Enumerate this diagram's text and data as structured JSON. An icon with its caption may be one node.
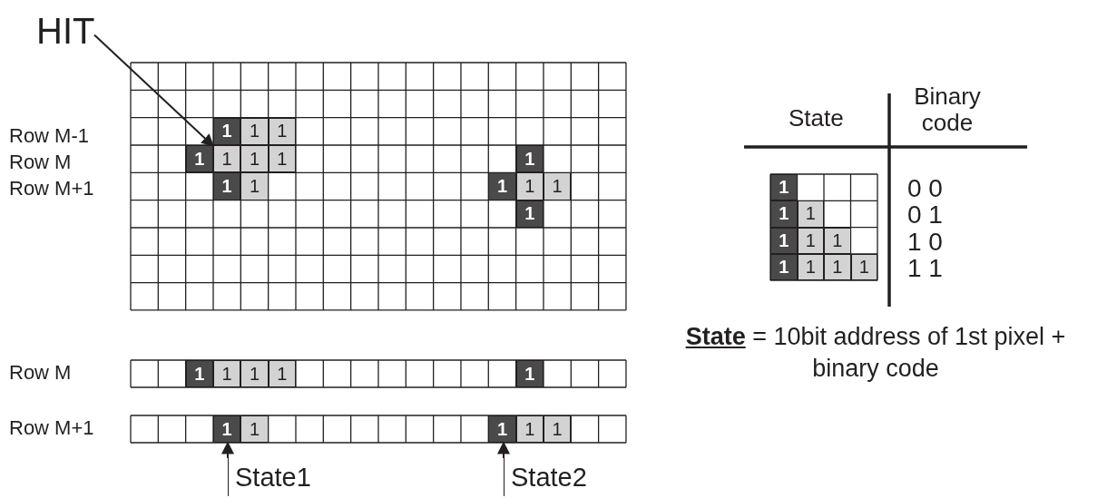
{
  "diagram": {
    "nodes": [
      {
        "text": [
          "HIT"
        ]
      },
      {
        "text": [
          "1"
        ]
      },
      {
        "text": [
          "1"
        ]
      },
      {
        "text": [
          "1"
        ]
      },
      {
        "text": [
          "1"
        ]
      },
      {
        "text": [
          "1"
        ]
      },
      {
        "text": [
          "1"
        ]
      },
      {
        "text": [
          "1"
        ]
      },
      {
        "text": [
          "1"
        ]
      },
      {
        "text": [
          "1"
        ]
      },
      {
        "text": [
          "1"
        ]
      },
      {
        "text": [
          "1"
        ]
      },
      {
        "text": [
          "1"
        ]
      },
      {
        "text": [
          "1"
        ]
      },
      {
        "text": [
          "1"
        ]
      },
      {
        "text": [
          "1"
        ]
      },
      {
        "text": [
          "1"
        ]
      },
      {
        "text": [
          "1"
        ]
      },
      {
        "text": [
          "1"
        ]
      },
      {
        "text": [
          "1"
        ]
      },
      {
        "text": [
          "1"
        ]
      },
      {
        "text": [
          "1"
        ]
      },
      {
        "text": [
          "1"
        ]
      },
      {
        "text": [
          "1"
        ]
      },
      {
        "text": [
          "1"
        ]
      },
      {
        "text": [
          "1"
        ]
      },
      {
        "text": [
          "1"
        ]
      },
      {
        "text": [
          "1"
        ]
      },
      {
        "text": [
          "1"
        ]
      },
      {
        "text": [
          "1"
        ]
      },
      {
        "text": [
          "1"
        ]
      },
      {
        "text": [
          "1"
        ]
      },
      {
        "text": [
          "1"
        ]
      },
      {
        "text": [
          "1"
        ]
      },
      {
        "text": [
          "1"
        ]
      },
      {
        "text": [
          "State1"
        ]
      },
      {
        "text": [
          "State2"
        ]
      }
    ],
    "edges": [
      {
        "from": 0,
        "to": 5,
        "arrow": "to"
      },
      {
        "from": 35,
        "to": 30,
        "arrow": "to"
      },
      {
        "from": 36,
        "to": 32,
        "arrow": "to"
      }
    ],
    "labels": [
      "Row M-1",
      "Row M",
      "Row M+1",
      "State",
      "Binary code",
      "0 0",
      "0 1",
      "1 0",
      "1 1",
      "**State** = 10bit address of 1st pixel + binary code",
      "Row M",
      "Row M+1"
    ]
  }
}
